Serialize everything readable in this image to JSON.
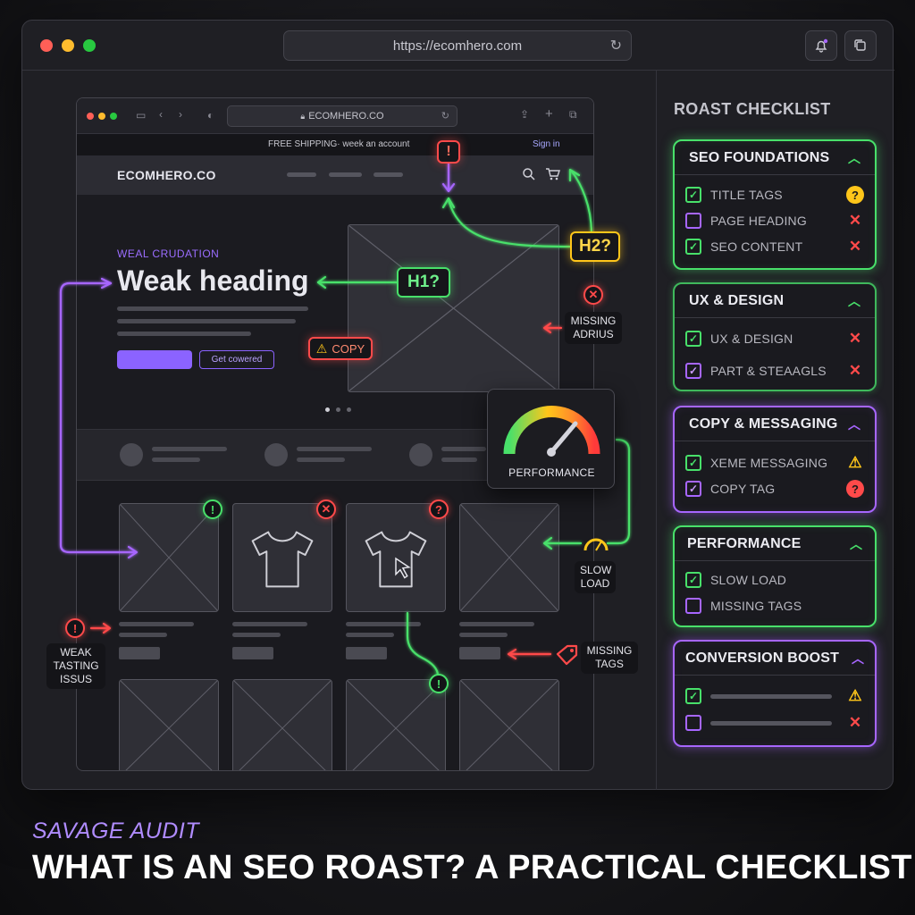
{
  "browser": {
    "url": "https://ecomhero.com",
    "reload_icon": "reload-icon",
    "notification_icon": "bell-icon",
    "copy_icon": "copy-icon"
  },
  "inner_browser": {
    "url": "ECOMHERO.CO",
    "promo_text": "FREE SHIPPING· week an account",
    "sign_in": "Sign in",
    "brand": "ECOMHERO.CO",
    "eyebrow": "WEAL CRUDATION",
    "heading": "Weak heading",
    "cta_secondary": "Get cowered"
  },
  "annotations": {
    "h1": "H1?",
    "h2": "H2?",
    "alert": "!",
    "copy": "COPY",
    "missing_adrius": "MISSING ADRIUS",
    "performance": "PERFORMANCE",
    "slow_load": "SLOW LOAD",
    "missing_tags": "MISSING TAGS",
    "weak_tasting": "WEAK TASTING ISSUS"
  },
  "sidebar": {
    "title": "ROAST CHECKLIST",
    "panels": [
      {
        "title": "SEO FOUNDATIONS",
        "items": [
          {
            "label": "TITLE TAGS",
            "checked": true,
            "status": "question"
          },
          {
            "label": "PAGE HEADING",
            "checked": false,
            "status": "fail"
          },
          {
            "label": "SEO CONTENT",
            "checked": true,
            "status": "fail"
          }
        ]
      },
      {
        "title": "UX & DESIGN",
        "items": [
          {
            "label": "UX & DESIGN",
            "checked": true,
            "status": "fail"
          },
          {
            "label": "PART & STEAAGLS",
            "checked": true,
            "status": "fail"
          }
        ]
      },
      {
        "title": "COPY & MESSAGING",
        "items": [
          {
            "label": "XEME MESSAGING",
            "checked": true,
            "status": "warning"
          },
          {
            "label": "COPY TAG",
            "checked": true,
            "status": "question"
          }
        ]
      },
      {
        "title": "PERFORMANCE",
        "items": [
          {
            "label": "SLOW LOAD",
            "checked": true,
            "status": "none"
          },
          {
            "label": "MISSING TAGS",
            "checked": false,
            "status": "none"
          }
        ]
      },
      {
        "title": "CONVERSION BOOST",
        "items": [
          {
            "label": "",
            "checked": true,
            "status": "warning"
          },
          {
            "label": "",
            "checked": false,
            "status": "fail"
          }
        ]
      }
    ]
  },
  "footer": {
    "subtitle": "SAVAGE AUDIT",
    "title": "WHAT IS AN SEO ROAST? A PRACTICAL CHECKLIST"
  },
  "colors": {
    "green": "#48e06a",
    "purple": "#a766ff",
    "red": "#ff4a4a",
    "yellow": "#ffc61a"
  }
}
